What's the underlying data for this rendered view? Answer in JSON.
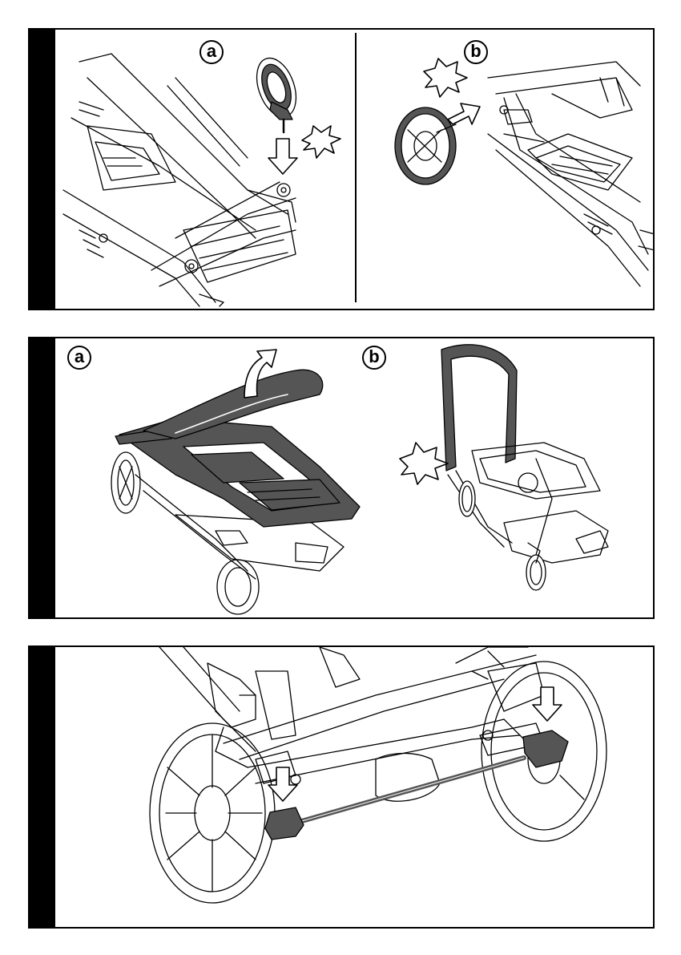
{
  "steps": [
    {
      "labels": [
        "a",
        "b"
      ]
    },
    {
      "labels": [
        "a",
        "b"
      ]
    },
    {
      "labels": []
    }
  ],
  "colors": {
    "ink": "#000000",
    "part": "#555555",
    "paper": "#ffffff"
  },
  "icons": [
    "down-arrow-icon",
    "right-arrow-icon",
    "up-curved-arrow-icon",
    "click-burst-icon"
  ]
}
